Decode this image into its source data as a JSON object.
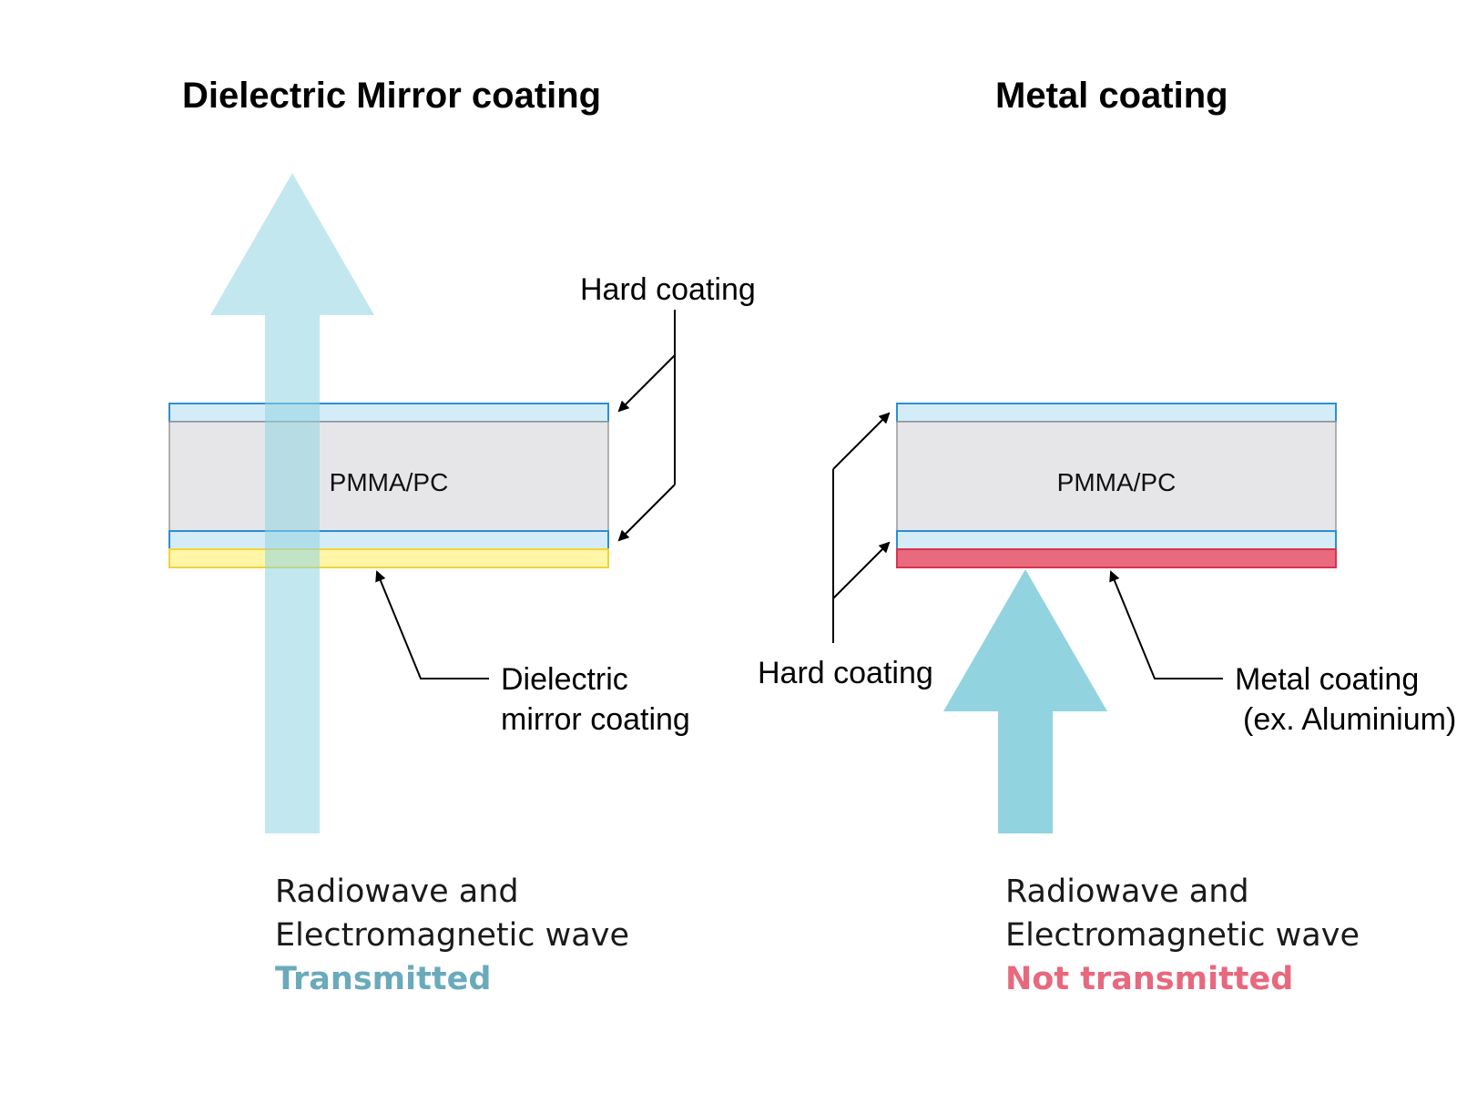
{
  "left_panel": {
    "title": "Dielectric Mirror coating",
    "hard_coating_label": "Hard coating",
    "substrate_label": "PMMA/PC",
    "coating_label_line1": "Dielectric",
    "coating_label_line2": "mirror coating",
    "caption_line1": "Radiowave and",
    "caption_line2": "Electromagnetic wave",
    "status": "Transmitted",
    "status_color": "#6aaabb",
    "coating_color": "#fff6a6"
  },
  "right_panel": {
    "title": "Metal coating",
    "hard_coating_label": "Hard coating",
    "substrate_label": "PMMA/PC",
    "coating_label_line1": "Metal coating",
    "coating_label_line2": "(ex. Aluminium)",
    "caption_line1": "Radiowave and",
    "caption_line2": "Electromagnetic wave",
    "status": "Not transmitted",
    "status_color": "#e8687e",
    "coating_color": "#e86a7c"
  },
  "colors": {
    "arrow": "#92d3e0",
    "hard_coating_fill": "#d4ecf8",
    "hard_coating_stroke": "#2e8ed1",
    "substrate_fill": "#e6e6e8",
    "substrate_stroke": "#9a9a9a"
  }
}
